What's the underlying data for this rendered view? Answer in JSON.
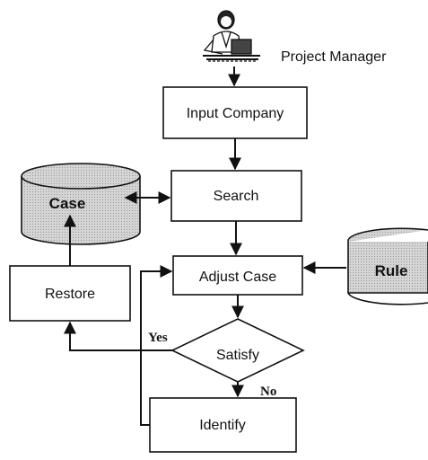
{
  "actor": {
    "label": "Project Manager",
    "icon": "person-at-desk-icon"
  },
  "processes": {
    "input_company": "Input Company",
    "search": "Search",
    "adjust_case": "Adjust Case",
    "restore": "Restore",
    "identify": "Identify"
  },
  "decision": {
    "label": "Satisfy",
    "yes_label": "Yes",
    "no_label": "No"
  },
  "datastores": {
    "case": "Case",
    "rule": "Rule"
  },
  "colors": {
    "stroke": "#111111",
    "db_fill": "#c8c8c8",
    "box_fill": "#ffffff"
  }
}
